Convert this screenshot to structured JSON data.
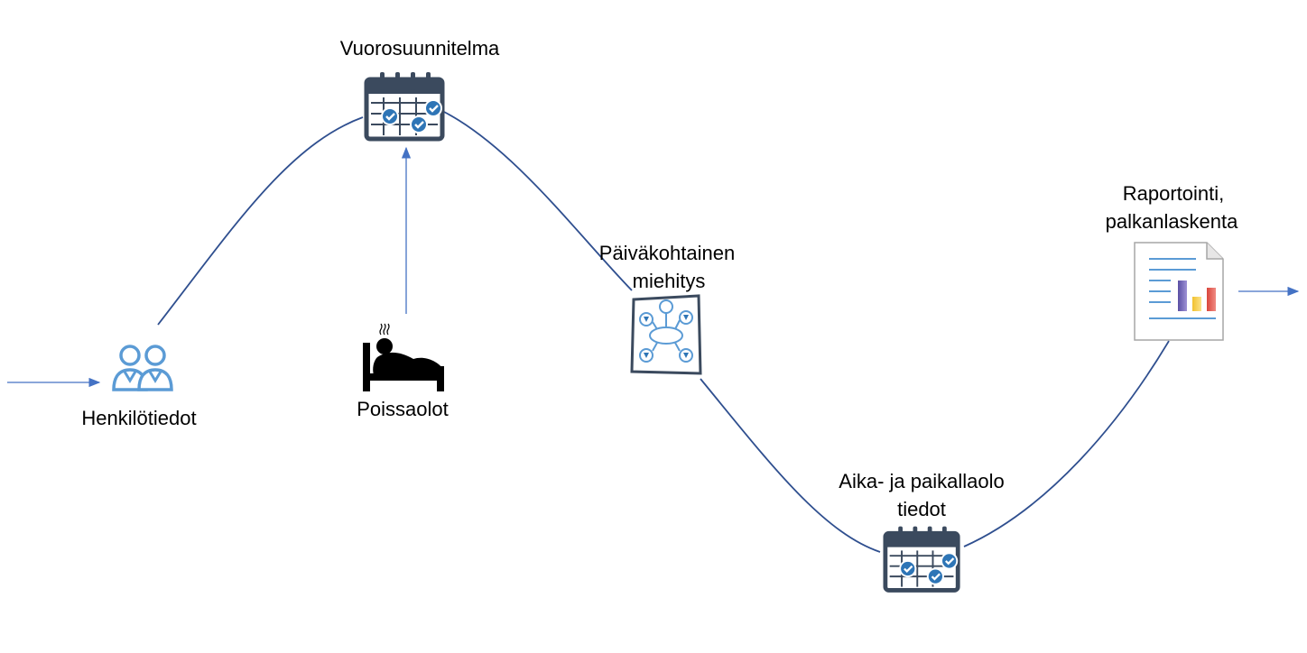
{
  "nodes": {
    "henkilotiedot": {
      "label": "Henkilötiedot",
      "icon": "people-icon"
    },
    "vuorosuunnitelma": {
      "label": "Vuorosuunnitelma",
      "icon": "calendar-check-icon"
    },
    "poissaolot": {
      "label": "Poissaolot",
      "icon": "sick-in-bed-icon"
    },
    "paivakohtainen": {
      "label_line1": "Päiväkohtainen",
      "label_line2": "miehitys",
      "icon": "staffing-plan-icon"
    },
    "aika": {
      "label_line1": "Aika- ja paikallaolo",
      "label_line2": "tiedot",
      "icon": "calendar-check-icon"
    },
    "raportointi": {
      "label_line1": "Raportointi,",
      "label_line2": "palkanlaskenta",
      "icon": "report-chart-icon"
    }
  },
  "colors": {
    "curve": "#2F4F8F",
    "arrow": "#4472C4",
    "icon_dark": "#3B4A5E",
    "icon_blue": "#2E75B6",
    "icon_light": "#5B9BD5"
  }
}
